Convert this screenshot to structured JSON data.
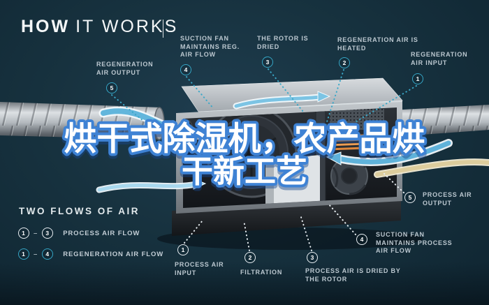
{
  "title": {
    "bold": "HOW",
    "light": "IT WORKS"
  },
  "overlay": {
    "line1": "烘干式除湿机，农产品烘",
    "line2": "干新工艺"
  },
  "legend": {
    "heading": "TWO FLOWS OF AIR",
    "dash": "–",
    "rows": [
      {
        "from": "1",
        "to": "3",
        "label": "PROCESS AIR FLOW",
        "flow": "process"
      },
      {
        "from": "1",
        "to": "4",
        "label": "REGENERATION AIR FLOW",
        "flow": "regen"
      }
    ]
  },
  "callouts": [
    {
      "num": "5",
      "label": "REGENERATION AIR OUTPUT",
      "flow": "regen"
    },
    {
      "num": "4",
      "label": "SUCTION FAN MAINTAINS REG. AIR FLOW",
      "flow": "regen"
    },
    {
      "num": "3",
      "label": "THE ROTOR IS DRIED",
      "flow": "regen"
    },
    {
      "num": "2",
      "label": "REGENERATION AIR IS HEATED",
      "flow": "regen"
    },
    {
      "num": "1",
      "label": "REGENERATION AIR INPUT",
      "flow": "regen"
    },
    {
      "num": "1",
      "label": "PROCESS AIR INPUT",
      "flow": "process"
    },
    {
      "num": "2",
      "label": "FILTRATION",
      "flow": "process"
    },
    {
      "num": "3",
      "label": "PROCESS AIR IS DRIED BY THE ROTOR",
      "flow": "process"
    },
    {
      "num": "4",
      "label": "SUCTION FAN MAINTAINS PROCESS AIR FLOW",
      "flow": "process"
    },
    {
      "num": "5",
      "label": "PROCESS AIR OUTPUT",
      "flow": "process"
    }
  ],
  "colors": {
    "background": "#17323f",
    "regen_accent": "#35a6c6",
    "process_accent": "#e9eff3",
    "label_text": "#bcc8d0",
    "overlay_fill": "#ffffff",
    "overlay_stroke": "#3e82d4",
    "heater_orange": "#e0883c",
    "ribbon_blue": "#62b6dc",
    "ribbon_cream": "#e8dcb0",
    "duct_metal": "#b4babf"
  }
}
